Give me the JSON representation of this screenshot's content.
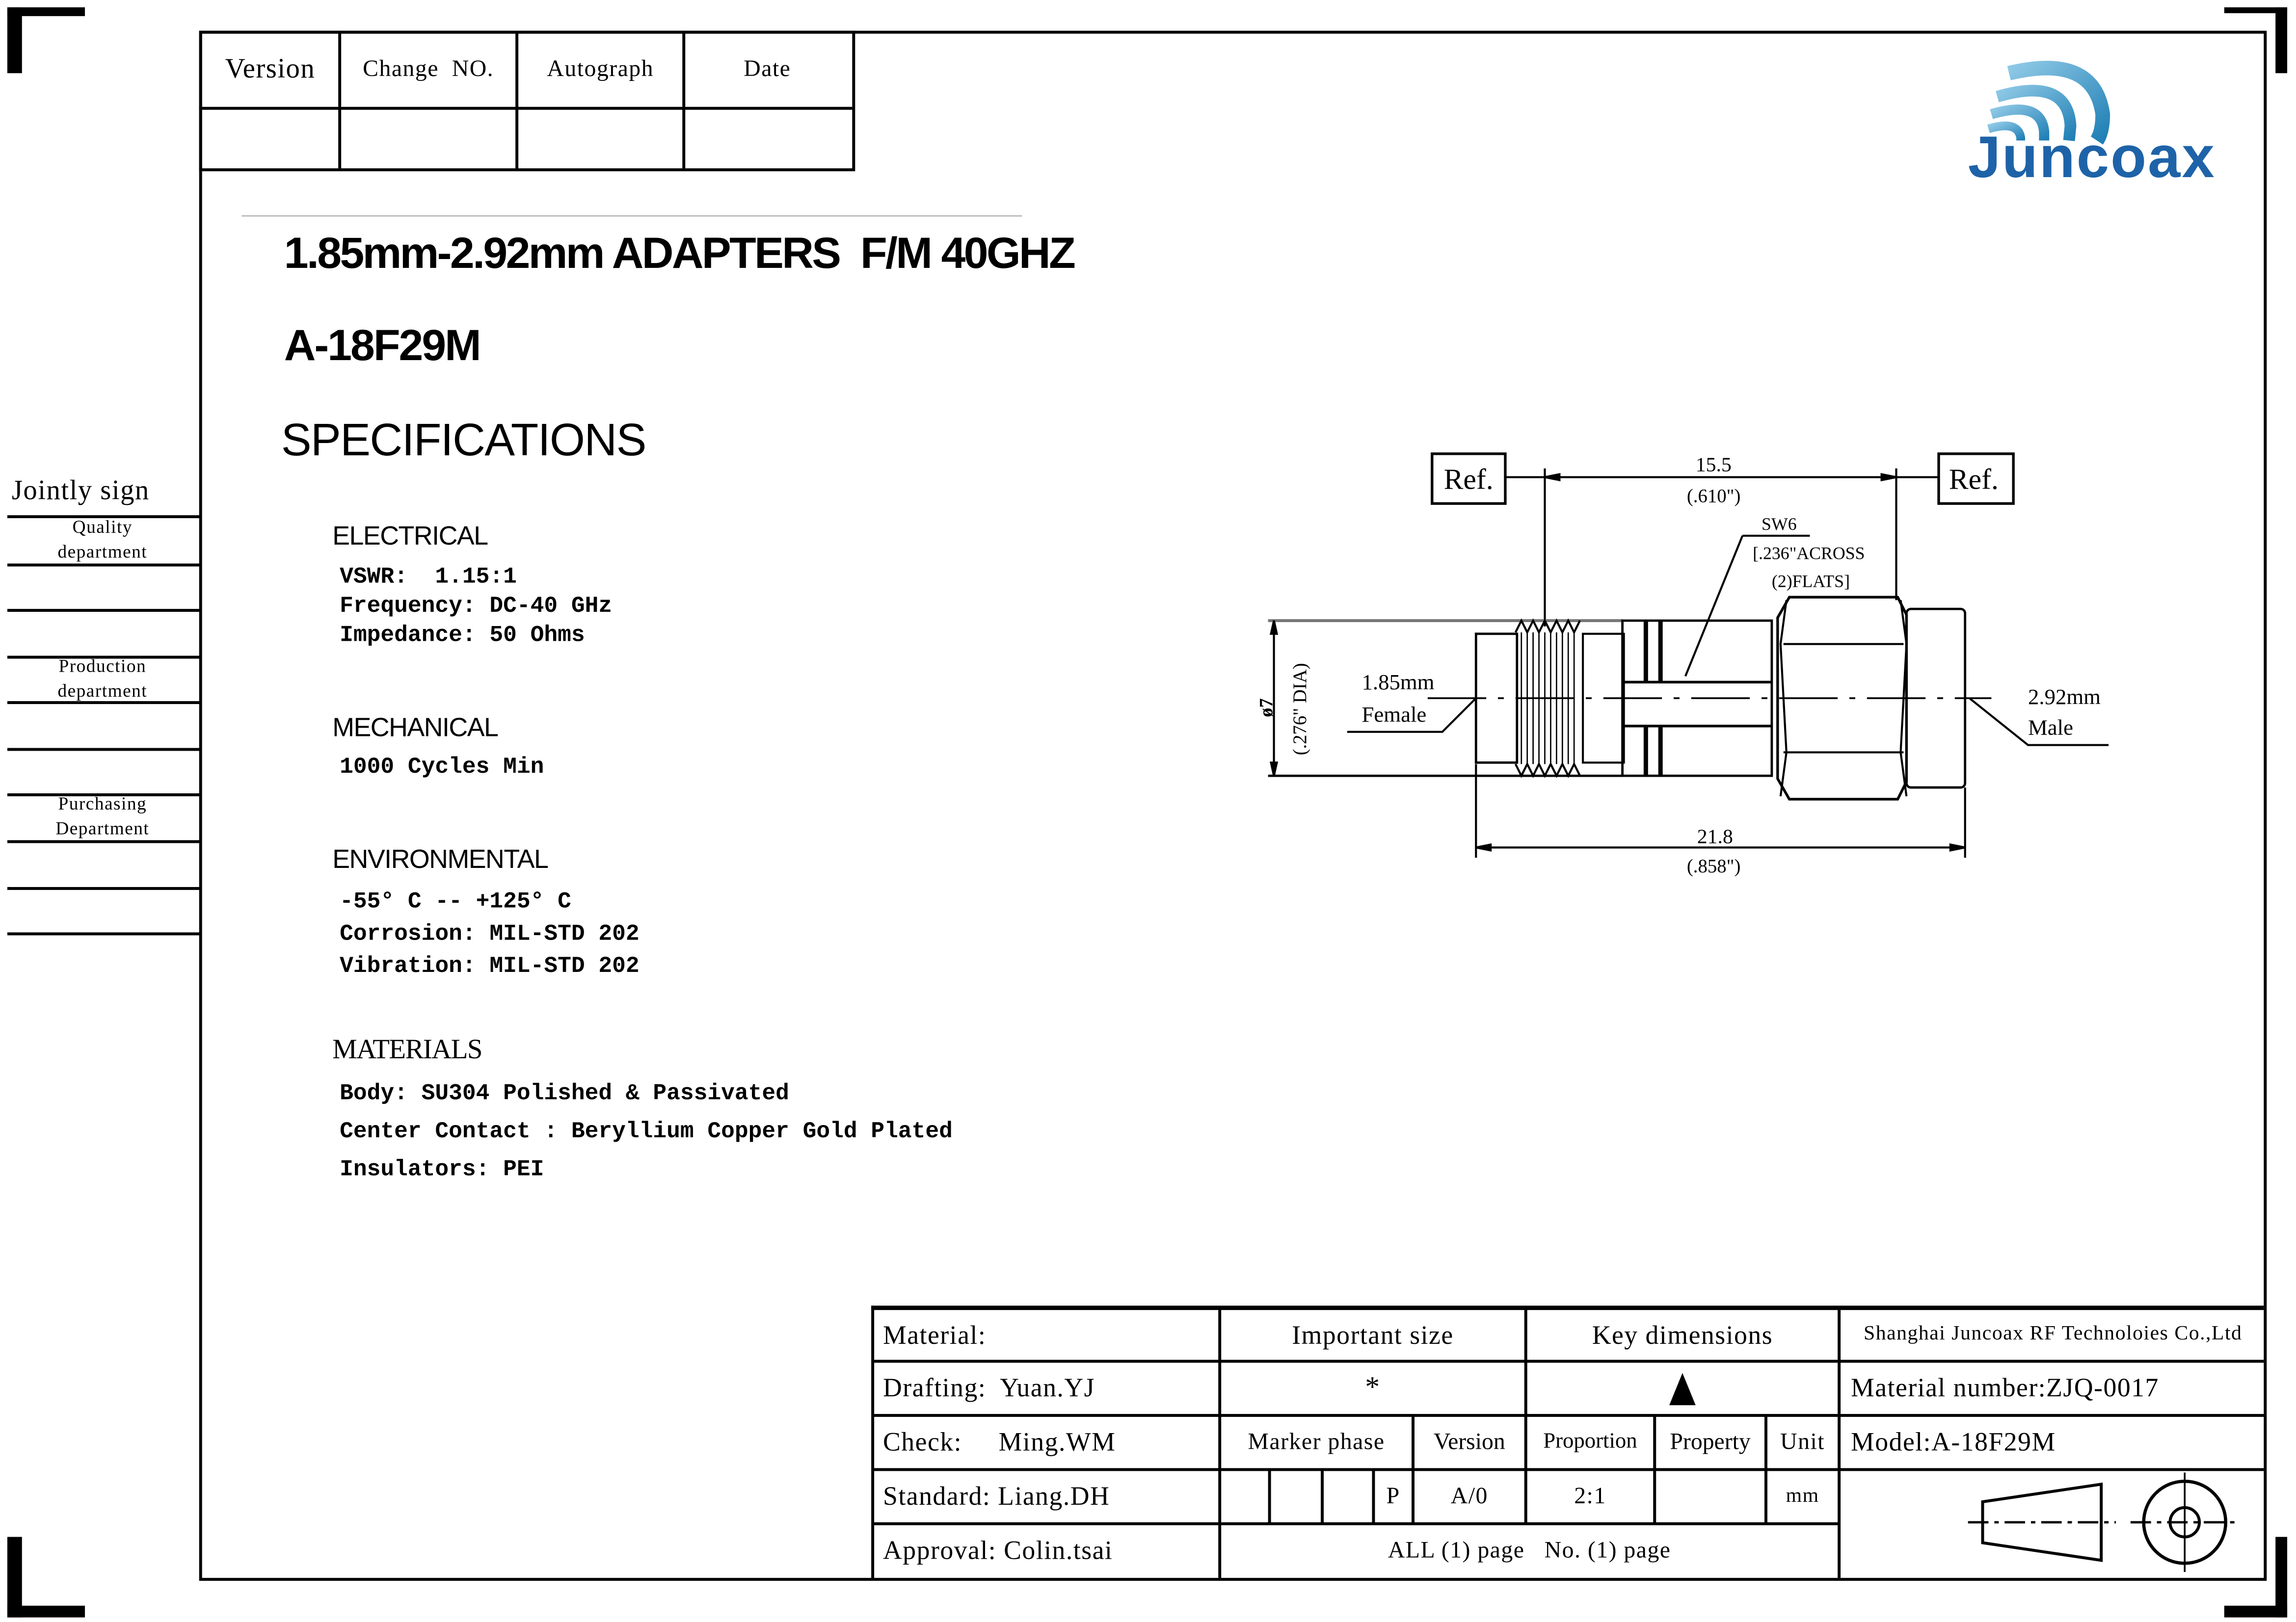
{
  "revision_table": {
    "headers": [
      "Version",
      "Change  NO.",
      "Autograph",
      "Date"
    ]
  },
  "logo": {
    "text": "Juncoax",
    "color": "#1e63a8",
    "arc_color": "#3a9fd0"
  },
  "title": {
    "product": "1.85mm-2.92mm ADAPTERS  F/M 40GHZ",
    "model": "A-18F29M",
    "specs_heading": "SPECIFICATIONS"
  },
  "specifications": {
    "electrical": {
      "heading": "ELECTRICAL",
      "lines": [
        "VSWR:  1.15:1",
        "Frequency: DC-40 GHz",
        "Impedance: 50 Ohms"
      ]
    },
    "mechanical": {
      "heading": "MECHANICAL",
      "lines": [
        "1000 Cycles Min"
      ]
    },
    "environmental": {
      "heading": "ENVIRONMENTAL",
      "lines": [
        "-55° C -- +125° C",
        "Corrosion: MIL-STD 202",
        "Vibration: MIL-STD 202"
      ]
    },
    "materials": {
      "heading": "MATERIALS",
      "lines": [
        "Body: SU304 Polished & Passivated",
        "Center Contact : Beryllium Copper Gold Plated",
        "Insulators: PEI"
      ]
    }
  },
  "side_panel": {
    "title": "Jointly sign",
    "departments": [
      "Quality department",
      "Production department",
      "Purchasing Department"
    ]
  },
  "drawing": {
    "ref_left": "Ref.",
    "ref_right": "Ref.",
    "dim_top": "15.5",
    "dim_top_in": "(.610\")",
    "sw_label": "SW6",
    "sw_across": "[.236\"ACROSS",
    "sw_flats": "(2)FLATS]",
    "dia_label": "ø7",
    "dia_in": "(.276\" DIA)",
    "left_end_1": "1.85mm",
    "left_end_2": "Female",
    "right_end_1": "2.92mm",
    "right_end_2": "Male",
    "dim_bottom": "21.8",
    "dim_bottom_in": "(.858\")"
  },
  "title_block": {
    "material": "Material:",
    "drafting": "Drafting:  Yuan.YJ",
    "check": "Check:     Ming.WM",
    "standard": "Standard: Liang.DH",
    "approval": "Approval: Colin.tsai",
    "important_size": "Important size",
    "important_symbol": "*",
    "key_dimensions": "Key dimensions",
    "company": "Shanghai Juncoax RF Technoloies Co.,Ltd",
    "material_number": "Material number:ZJQ-0017",
    "model": "Model:A-18F29M",
    "marker_phase": "Marker phase",
    "version": "Version",
    "proportion": "Proportion",
    "property": "Property",
    "unit": "Unit",
    "marker_value": "P",
    "version_value": "A/0",
    "proportion_value": "2:1",
    "property_value": "",
    "unit_value": "mm",
    "pages": "ALL (1) page   No. (1) page"
  }
}
